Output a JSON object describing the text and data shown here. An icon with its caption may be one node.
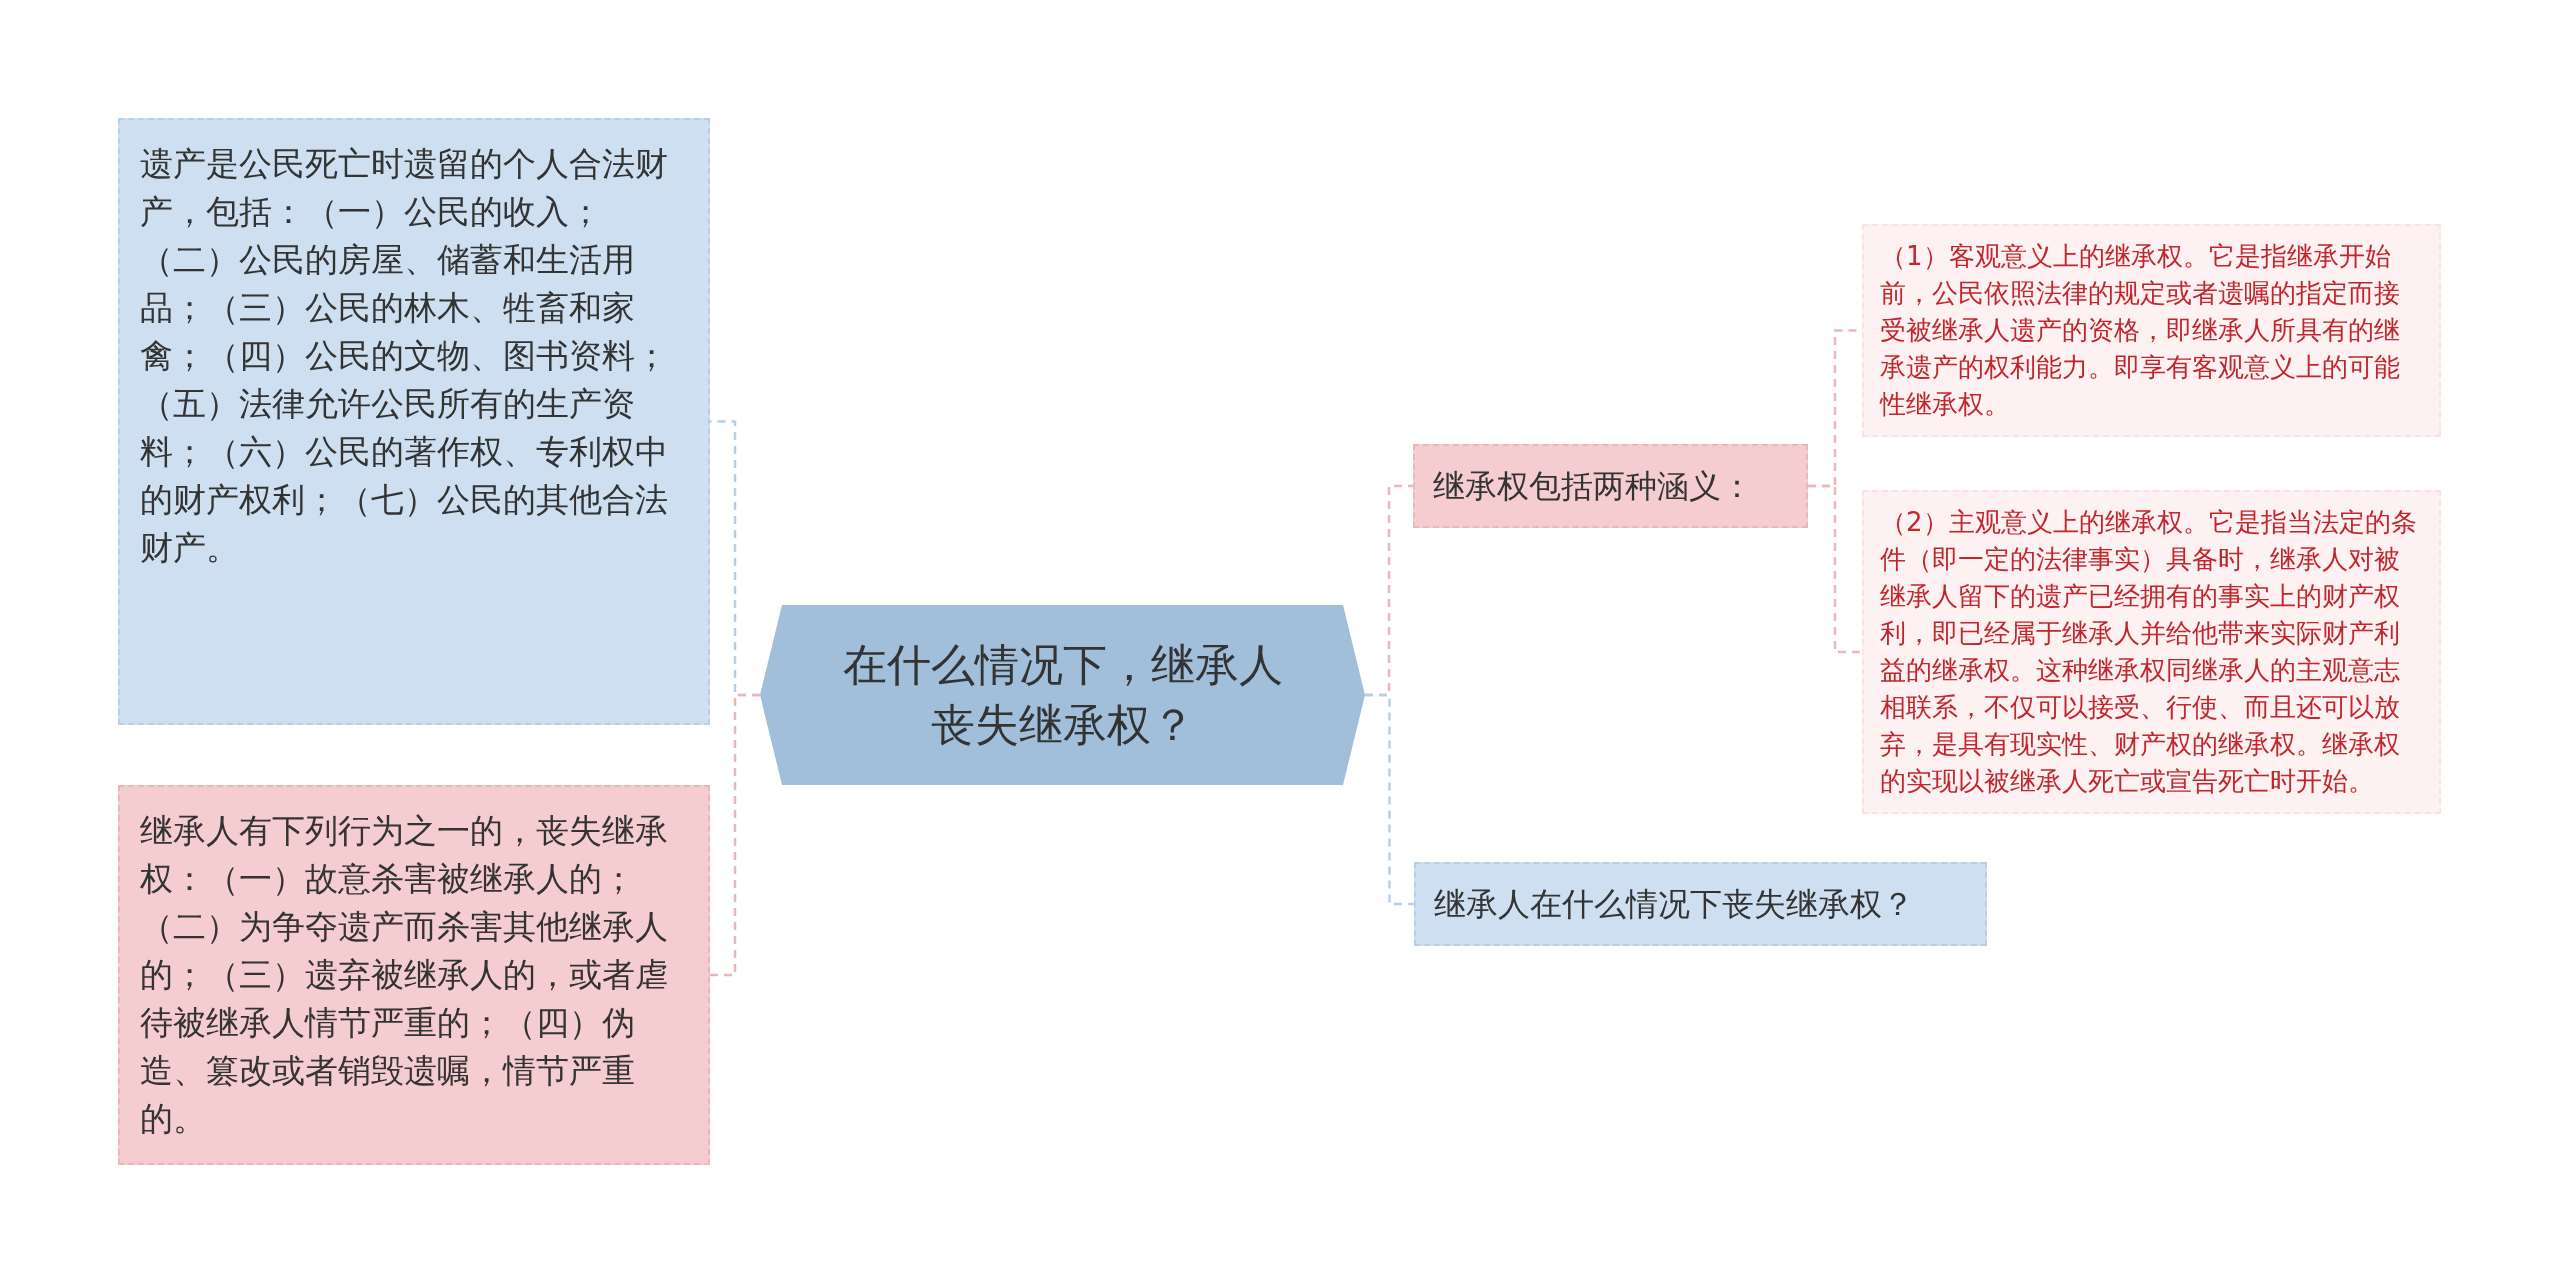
{
  "diagram": {
    "nodes": [
      {
        "text": [
          "在什么情况下，继承人丧失继承权？"
        ]
      },
      {
        "text": [
          "遗产是公民死亡时遗留的个人合法财产，包括：（一）公民的收入；（二）公民的房屋、储蓄和生活用品；（三）公民的林木、牲畜和家禽；（四）公民的文物、图书资料；（五）法律允许公民所有的生产资料；（六）公民的著作权、专利权中的财产权利；（七）公民的其他合法财产。"
        ]
      },
      {
        "text": [
          "继承人有下列行为之一的，丧失继承权：（一）故意杀害被继承人的；（二）为争夺遗产而杀害其他继承人的；（三）遗弃被继承人的，或者虐待被继承人情节严重的；（四）伪造、篡改或者销毁遗嘱，情节严重的。"
        ]
      },
      {
        "text": [
          "继承权包括两种涵义："
        ]
      },
      {
        "text": [
          "（1）客观意义上的继承权。它是指继承开始前，公民依照法律的规定或者遗嘱的指定而接受被继承人遗产的资格，即继承人所具有的继承遗产的权利能力。即享有客观意义上的可能性继承权。"
        ]
      },
      {
        "text": [
          "（2）主观意义上的继承权。它是指当法定的条件（即一定的法律事实）具备时，继承人对被继承人留下的遗产已经拥有的事实上的财产权利，即已经属于继承人并给他带来实际财产利益的继承权。这种继承权同继承人的主观意志相联系，不仅可以接受、行使、而且还可以放弃，是具有现实性、财产权的继承权。继承权的实现以被继承人死亡或宣告死亡时开始。"
        ]
      },
      {
        "text": [
          "继承人在什么情况下丧失继承权？"
        ]
      }
    ],
    "edges": [
      {
        "from": 0,
        "to": 1,
        "arrow": "none",
        "style": "dashed",
        "color": "#b9cfe6"
      },
      {
        "from": 0,
        "to": 2,
        "arrow": "none",
        "style": "dashed"
      },
      {
        "from": 0,
        "to": 3,
        "arrow": "none",
        "style": "dashed"
      },
      {
        "from": 3,
        "to": 4,
        "arrow": "none",
        "style": "dashed"
      },
      {
        "from": 3,
        "to": 5,
        "arrow": "none",
        "style": "dashed"
      },
      {
        "from": 0,
        "to": 6,
        "arrow": "none",
        "style": "dashed",
        "color": "#b9cfe6"
      }
    ]
  }
}
